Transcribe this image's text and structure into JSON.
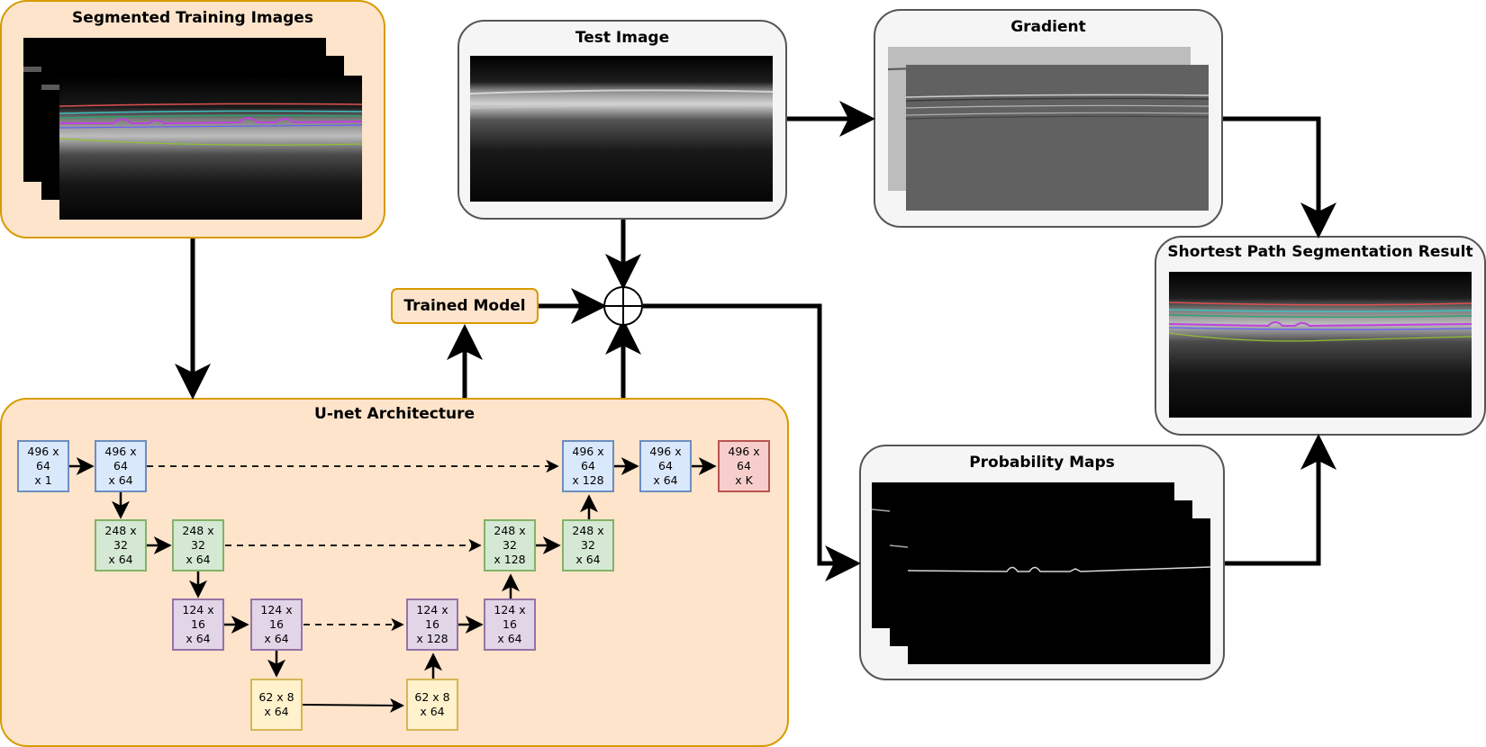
{
  "panels": {
    "training": {
      "title": "Segmented Training Images"
    },
    "test": {
      "title": "Test Image"
    },
    "gradient": {
      "title": "Gradient"
    },
    "result": {
      "title": "Shortest Path Segmentation Result"
    },
    "unet": {
      "title": "U-net Architecture"
    },
    "probability": {
      "title": "Probability Maps"
    }
  },
  "trained_model": {
    "label": "Trained Model"
  },
  "unet_boxes": {
    "b1": "496 x 64\nx 1",
    "b2": "496 x 64\nx 64",
    "b3": "496 x 64\nx 128",
    "b4": "496 x 64\nx 64",
    "b5": "496 x 64\nx K",
    "g1": "248 x 32\nx 64",
    "g2": "248 x 32\nx 64",
    "g3": "248 x 32\nx 128",
    "g4": "248 x 32\nx 64",
    "p1": "124 x 16\nx 64",
    "p2": "124 x 16\nx 64",
    "p3": "124 x 16\nx 128",
    "p4": "124 x 16\nx 64",
    "y1": "62 x 8\nx 64",
    "y2": "62 x 8\nx 64"
  },
  "colors": {
    "orange_fill": "#fde4cb",
    "orange_stroke": "#d79b00",
    "gray_fill": "#f5f5f5",
    "gray_stroke": "#555555",
    "blue_fill": "#dae8fc",
    "green_fill": "#d5e8d4",
    "purple_fill": "#e1d5e7",
    "yellow_fill": "#fff2cc",
    "red_fill": "#f8cecc"
  }
}
